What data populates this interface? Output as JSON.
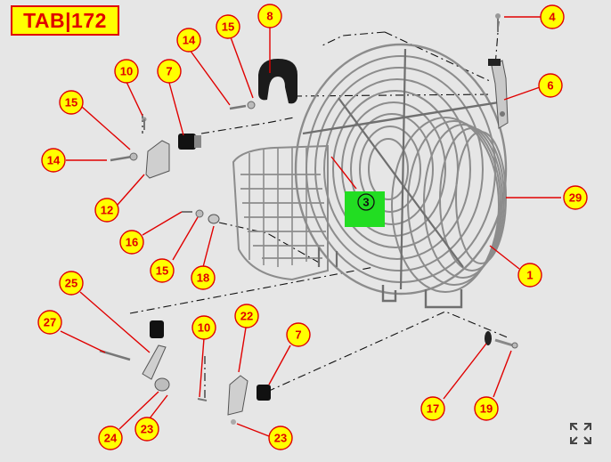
{
  "tab_label": "TAB|172",
  "colors": {
    "background": "#e6e6e6",
    "callout_fill": "#ffff00",
    "callout_stroke": "#e00000",
    "highlight": "#22dd22"
  },
  "highlight_callout": "3",
  "callouts": [
    "4",
    "8",
    "15",
    "14",
    "6",
    "10",
    "7",
    "15",
    "14",
    "12",
    "29",
    "3",
    "16",
    "15",
    "18",
    "1",
    "25",
    "27",
    "22",
    "10",
    "7",
    "24",
    "23",
    "23",
    "17",
    "19"
  ],
  "expand_icon": "expand-arrows-icon"
}
